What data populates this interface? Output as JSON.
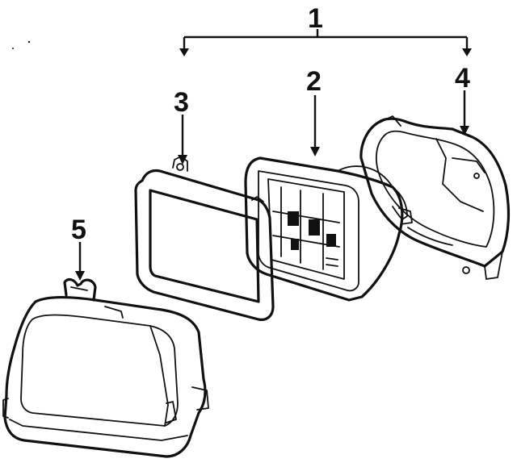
{
  "diagram": {
    "callouts": [
      {
        "id": "callout-1",
        "label": "1"
      },
      {
        "id": "callout-2",
        "label": "2"
      },
      {
        "id": "callout-3",
        "label": "3"
      },
      {
        "id": "callout-4",
        "label": "4"
      },
      {
        "id": "callout-5",
        "label": "5"
      }
    ]
  }
}
